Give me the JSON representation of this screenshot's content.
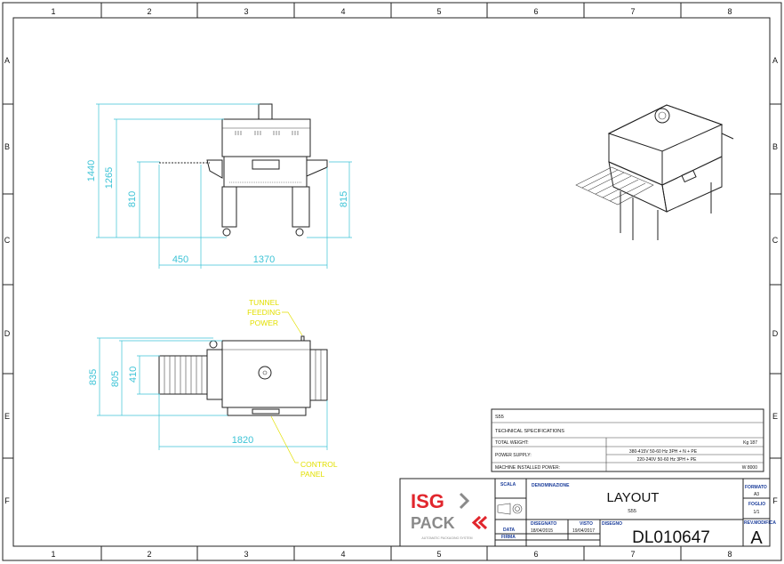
{
  "grid": {
    "columns": [
      "1",
      "2",
      "3",
      "4",
      "5",
      "6",
      "7",
      "8"
    ],
    "rows": [
      "A",
      "B",
      "C",
      "D",
      "E",
      "F"
    ]
  },
  "front_view": {
    "dimensions": [
      "1440",
      "1265",
      "810",
      "815",
      "450",
      "1370"
    ]
  },
  "top_view": {
    "dimensions": [
      "835",
      "805",
      "410",
      "1820"
    ],
    "callouts": {
      "tunnel_feeding_power": [
        "TUNNEL",
        "FEEDING",
        "POWER"
      ],
      "control_panel": [
        "CONTROL",
        "PANEL"
      ]
    }
  },
  "specs": {
    "model": "S55",
    "title": "TECHNICAL SPECIFICATIONS",
    "rows": [
      {
        "label": "TOTAL WEIGHT:",
        "values": [
          "Kg 187"
        ]
      },
      {
        "label": "POWER SUPPLY:",
        "values": [
          "380-415V 50-60 Hz 3PH + N + PE",
          "220-240V 50-60 Hz 3PH + PE"
        ]
      },
      {
        "label": "MACHINE INSTALLED POWER:",
        "values": [
          "W 8000"
        ]
      }
    ]
  },
  "title_block": {
    "logo": {
      "line1": "ISG",
      "line2": "PACK",
      "tagline": "AUTOMATIC PACKAGING SYSTEM"
    },
    "scala_label": "SCALA",
    "denominazione_label": "DENOMINAZIONE",
    "title": "LAYOUT",
    "subtitle": "S55",
    "formato_label": "FORMATO",
    "formato": "A3",
    "foglio_label": "FOGLIO",
    "foglio": "1/1",
    "data_label": "DATA",
    "firma_label": "FIRMA",
    "disegnato_label": "DISEGNATO",
    "disegnato_date": "18/04/2015",
    "visto_label": "VISTO",
    "visto_date": "19/04/2017",
    "disegno_label": "DISEGNO",
    "drawing_number": "DL010647",
    "revisione_label": "REV.MODIFICA",
    "revision": "A"
  },
  "colors": {
    "dimension": "#3cc3d6",
    "callout": "#e3e000",
    "title_label": "#1a3c9a",
    "logo_red": "#e1262d",
    "logo_grey": "#8a8a8a"
  }
}
